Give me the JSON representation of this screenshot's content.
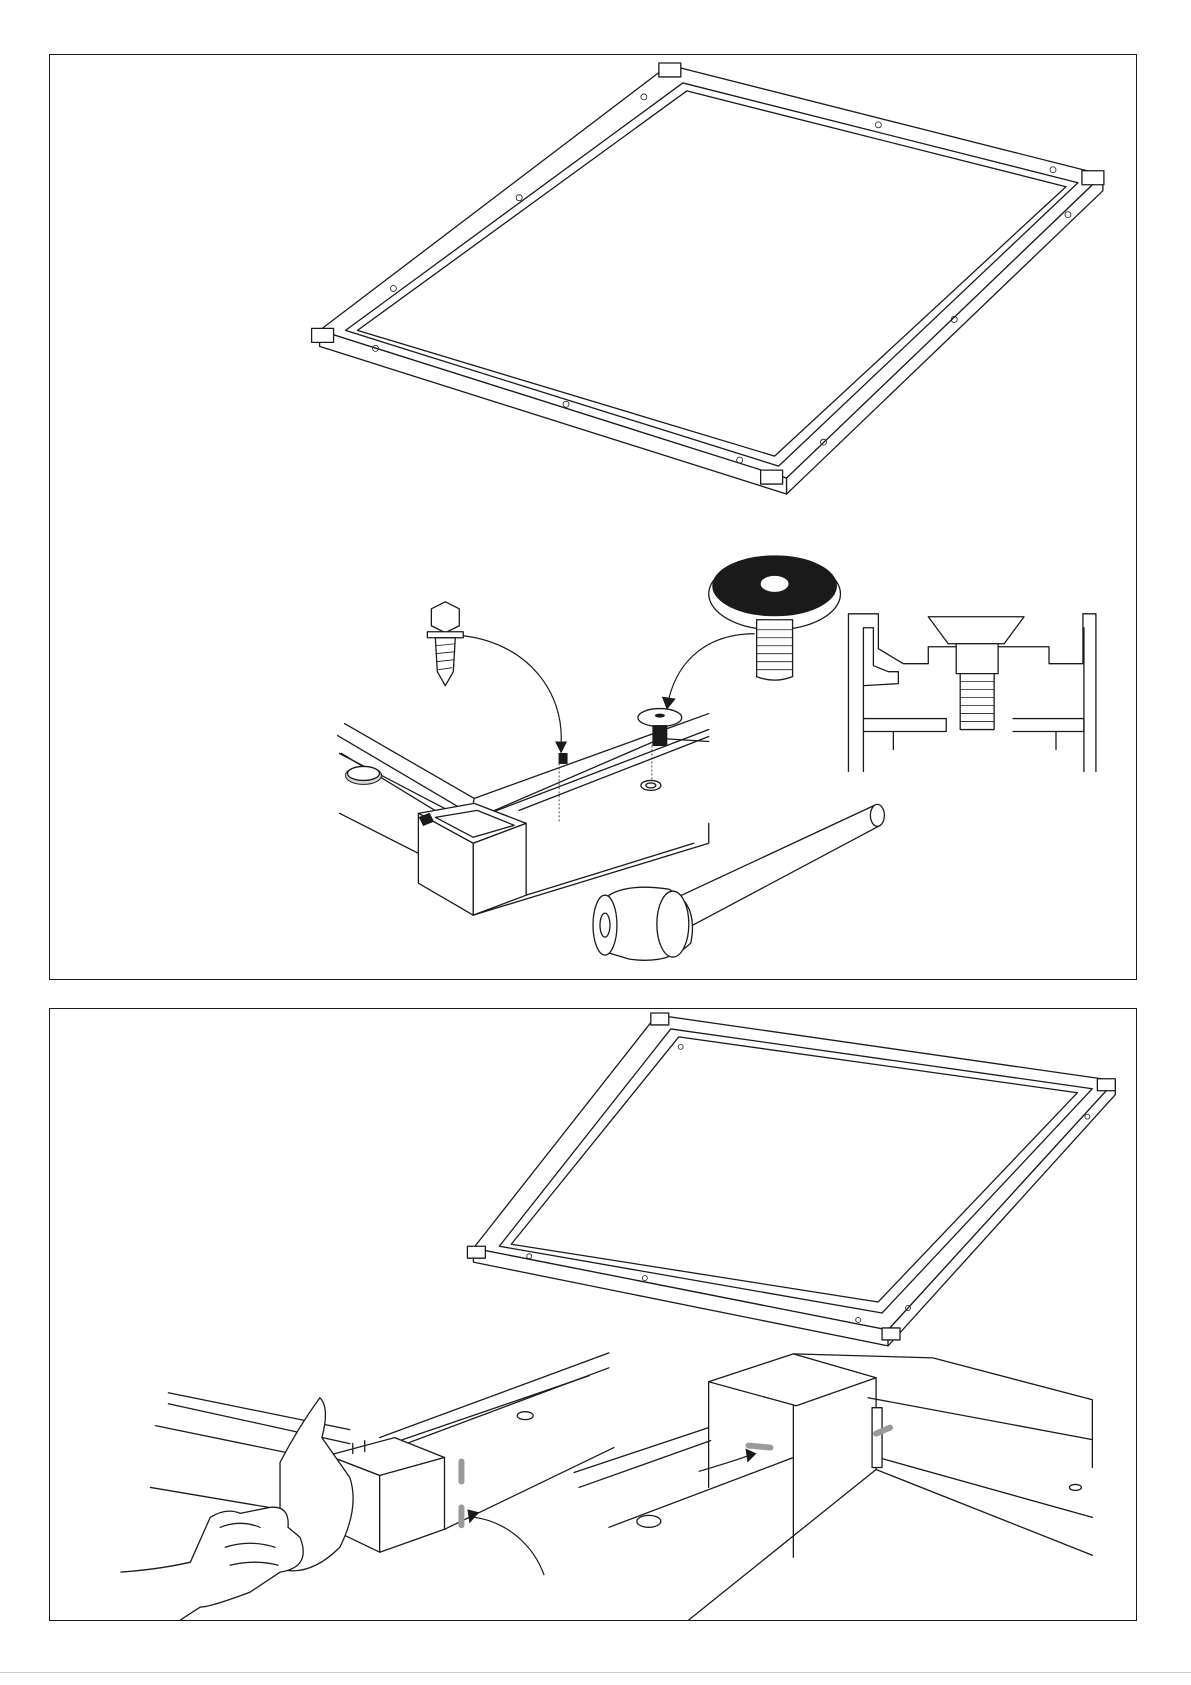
{
  "panels": [
    {
      "id": "panel-top",
      "parts": [
        "frame",
        "self-tapping-screw",
        "adjustable-foot",
        "washer-bolt",
        "frame-corner-detail",
        "foot-cross-section",
        "rubber-mallet"
      ]
    },
    {
      "id": "panel-bottom",
      "parts": [
        "frame",
        "hand-with-cloth",
        "frame-corner-sealant",
        "inner-corner-sealant"
      ]
    }
  ],
  "colors": {
    "line": "#1a1a1a",
    "foot_pad": "#1a1a1a",
    "sealant": "#9a9a9a",
    "background": "#ffffff"
  }
}
